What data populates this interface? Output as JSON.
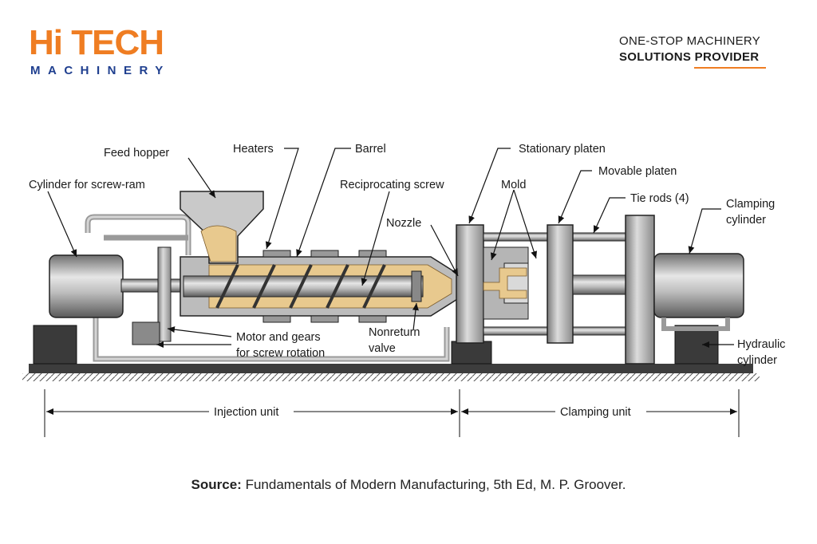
{
  "brand": {
    "name_main": "Hi TECH",
    "name_sub": "MACHINERY",
    "tagline_line1": "ONE-STOP MACHINERY",
    "tagline_line2": "SOLUTIONS PROVIDER",
    "colors": {
      "orange": "#ef7d22",
      "blue": "#1f3f8f"
    }
  },
  "diagram": {
    "labels": {
      "feed_hopper": "Feed hopper",
      "heaters": "Heaters",
      "barrel": "Barrel",
      "cylinder_screw_ram": "Cylinder for screw-ram",
      "reciprocating_screw": "Reciprocating screw",
      "nozzle": "Nozzle",
      "stationary_platen": "Stationary platen",
      "movable_platen": "Movable platen",
      "mold": "Mold",
      "tie_rods": "Tie rods (4)",
      "clamping_cylinder_1": "Clamping",
      "clamping_cylinder_2": "cylinder",
      "motor_gears_1": "Motor and gears",
      "motor_gears_2": "for screw rotation",
      "nonreturn_1": "Nonreturn",
      "nonreturn_2": "valve",
      "hydraulic_1": "Hydraulic",
      "hydraulic_2": "cylinder",
      "injection_unit": "Injection unit",
      "clamping_unit": "Clamping unit"
    }
  },
  "source": {
    "prefix": "Source:",
    "text": " Fundamentals of Modern Manufacturing, 5th Ed, M. P. Groover."
  }
}
